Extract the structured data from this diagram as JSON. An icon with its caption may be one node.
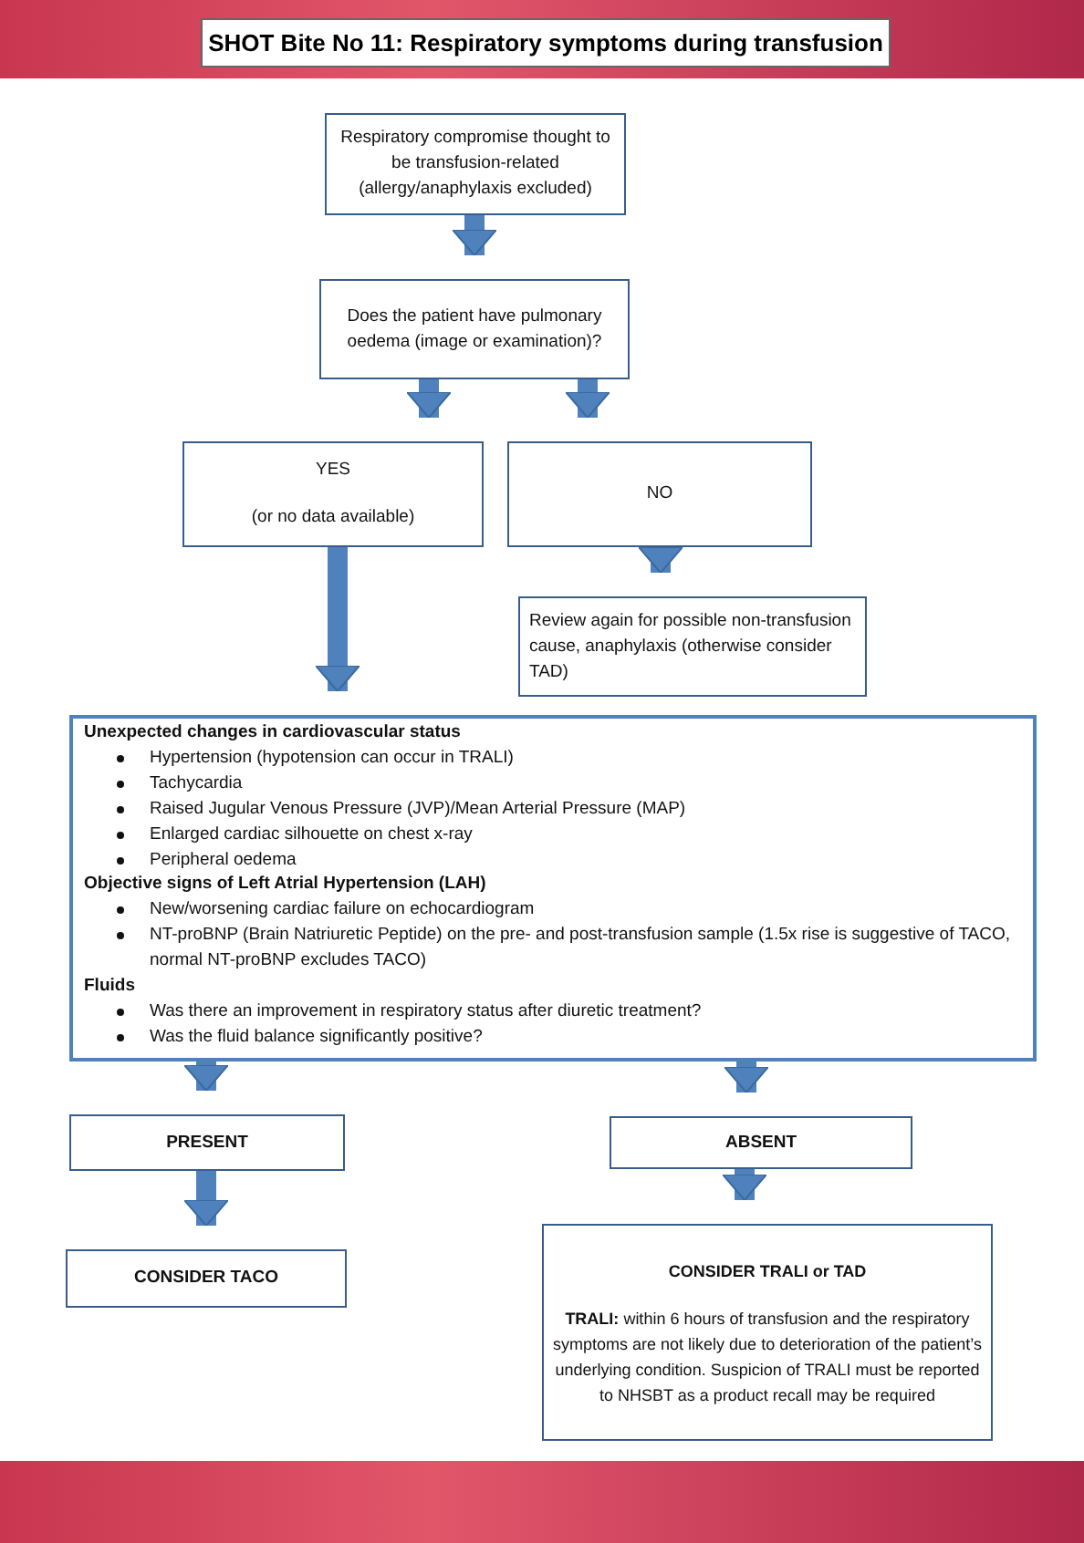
{
  "diagram": {
    "title": "SHOT Bite No 11: Respiratory symptoms during transfusion",
    "nodes": [
      {
        "text": [
          "Respiratory compromise thought to be transfusion-related (allergy/anaphylaxis excluded)"
        ]
      },
      {
        "text": [
          "Does the patient have pulmonary oedema (image or examination)?"
        ]
      },
      {
        "text": [
          "YES",
          "(or no data available)"
        ]
      },
      {
        "text": [
          "NO"
        ]
      },
      {
        "text": [
          "Review again for possible non-transfusion cause, anaphylaxis (otherwise consider TAD)"
        ]
      },
      {
        "text": [
          "Unexpected changes in cardiovascular status",
          "Hypertension (hypotension can occur in TRALI)",
          "Tachycardia",
          "Raised Jugular Venous Pressure (JVP)/Mean Arterial Pressure (MAP)",
          "Enlarged cardiac silhouette on chest x-ray",
          "Peripheral oedema",
          "Objective signs of Left Atrial Hypertension (LAH)",
          "New/worsening cardiac failure on echocardiogram",
          "NT-proBNP (Brain Natriuretic Peptide) on the pre- and post-transfusion sample (1.5x rise is suggestive of TACO, normal NT-proBNP excludes TACO)",
          "Fluids",
          "Was there an improvement in respiratory status after diuretic treatment?",
          "Was the fluid balance significantly positive?"
        ]
      },
      {
        "text": [
          "PRESENT"
        ]
      },
      {
        "text": [
          "CONSIDER TACO"
        ]
      },
      {
        "text": [
          "ABSENT"
        ]
      },
      {
        "text": [
          "CONSIDER TRALI or TAD",
          "**TRALI:** within 6 hours of transfusion and the respiratory symptoms are not likely due to deterioration of the patient’s underlying condition. Suspicion of TRALI must be reported to NHSBT as a product recall may be required"
        ]
      }
    ],
    "edges": [
      {
        "from": 0,
        "to": 1,
        "arrow": "to"
      },
      {
        "from": 1,
        "to": 2,
        "arrow": "to"
      },
      {
        "from": 1,
        "to": 3,
        "arrow": "to"
      },
      {
        "from": 3,
        "to": 4,
        "arrow": "to"
      },
      {
        "from": 2,
        "to": 5,
        "arrow": "to"
      },
      {
        "from": 5,
        "to": 6,
        "arrow": "to"
      },
      {
        "from": 5,
        "to": 8,
        "arrow": "to"
      },
      {
        "from": 6,
        "to": 7,
        "arrow": "to"
      },
      {
        "from": 8,
        "to": 9,
        "arrow": "to"
      }
    ]
  }
}
